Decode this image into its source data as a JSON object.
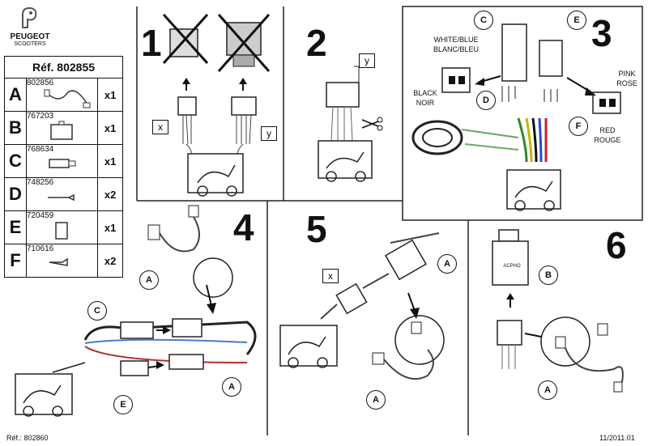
{
  "brand": {
    "name": "PEUGEOT",
    "sub": "SCOOTERS"
  },
  "ref_table": {
    "title": "Réf. 802855",
    "rows": [
      {
        "letter": "A",
        "part": "802856",
        "qty": "x1"
      },
      {
        "letter": "B",
        "part": "767203",
        "qty": "x1"
      },
      {
        "letter": "C",
        "part": "768634",
        "qty": "x1"
      },
      {
        "letter": "D",
        "part": "748256",
        "qty": "x2"
      },
      {
        "letter": "E",
        "part": "720459",
        "qty": "x1"
      },
      {
        "letter": "F",
        "part": "710616",
        "qty": "x2"
      }
    ]
  },
  "steps": {
    "s1": "1",
    "s2": "2",
    "s3": "3",
    "s4": "4",
    "s5": "5",
    "s6": "6"
  },
  "labels": {
    "x": "x",
    "y": "y",
    "a": "A",
    "b": "B",
    "c": "C",
    "d": "D",
    "e": "E",
    "f": "F",
    "white_blue": "WHITE/BLUE",
    "blanc_bleu": "BLANC/BLEU",
    "black": "BLACK",
    "noir": "NOIR",
    "pink": "PINK",
    "rose": "ROSE",
    "red": "RED",
    "rouge": "ROUGE",
    "module_text": "ACPHO"
  },
  "footer": {
    "ref": "Réf.: 802860",
    "date": "11/2011.01"
  }
}
